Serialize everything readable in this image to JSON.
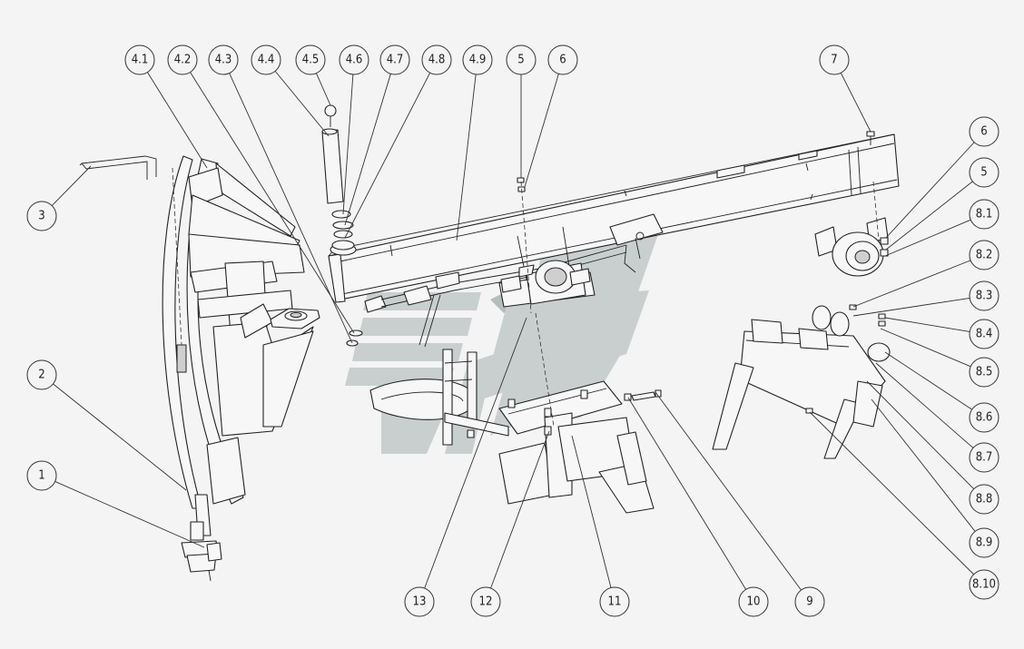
{
  "callouts": [
    {
      "id": "1",
      "label": "1"
    },
    {
      "id": "2",
      "label": "2"
    },
    {
      "id": "3",
      "label": "3"
    },
    {
      "id": "4.1",
      "label": "4.1"
    },
    {
      "id": "4.2",
      "label": "4.2"
    },
    {
      "id": "4.3",
      "label": "4.3"
    },
    {
      "id": "4.4",
      "label": "4.4"
    },
    {
      "id": "4.5",
      "label": "4.5"
    },
    {
      "id": "4.6",
      "label": "4.6"
    },
    {
      "id": "4.7",
      "label": "4.7"
    },
    {
      "id": "4.8",
      "label": "4.8"
    },
    {
      "id": "4.9",
      "label": "4.9"
    },
    {
      "id": "5",
      "label": "5"
    },
    {
      "id": "6",
      "label": "6"
    },
    {
      "id": "7",
      "label": "7"
    },
    {
      "id": "6b",
      "label": "6"
    },
    {
      "id": "5b",
      "label": "5"
    },
    {
      "id": "8.1",
      "label": "8.1"
    },
    {
      "id": "8.2",
      "label": "8.2"
    },
    {
      "id": "8.3",
      "label": "8.3"
    },
    {
      "id": "8.4",
      "label": "8.4"
    },
    {
      "id": "8.5",
      "label": "8.5"
    },
    {
      "id": "8.6",
      "label": "8.6"
    },
    {
      "id": "8.7",
      "label": "8.7"
    },
    {
      "id": "8.8",
      "label": "8.8"
    },
    {
      "id": "8.9",
      "label": "8.9"
    },
    {
      "id": "8.10",
      "label": "8.10"
    },
    {
      "id": "9",
      "label": "9"
    },
    {
      "id": "10",
      "label": "10"
    },
    {
      "id": "11",
      "label": "11"
    },
    {
      "id": "12",
      "label": "12"
    },
    {
      "id": "13",
      "label": "13"
    }
  ],
  "colors": {
    "background": "#f4f4f4",
    "line": "#222222",
    "watermark": "#c9cfcf"
  }
}
